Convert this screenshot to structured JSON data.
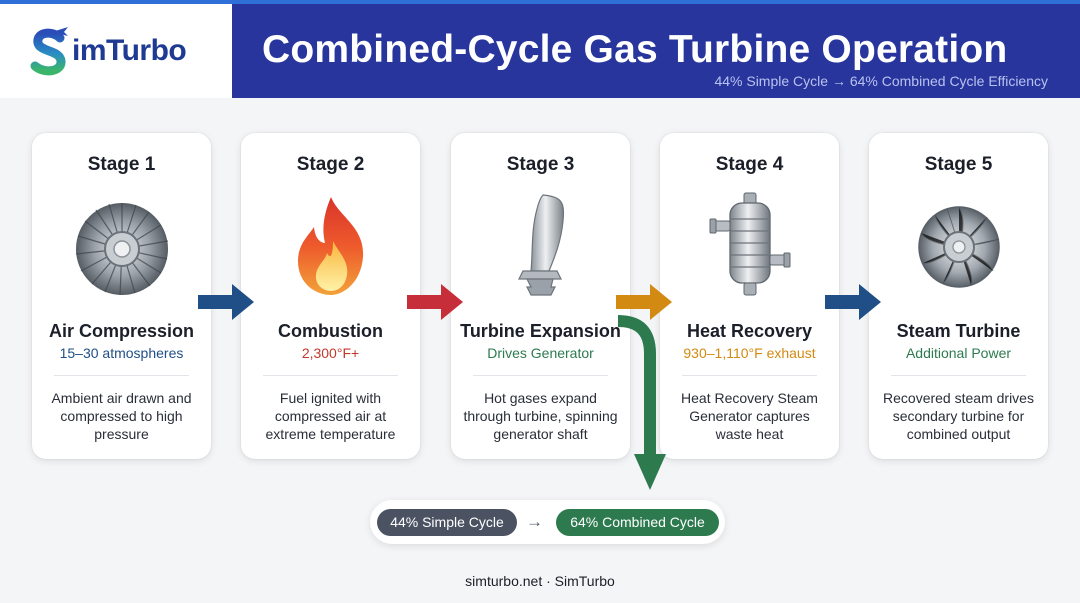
{
  "brand": {
    "name": "SimTurbo",
    "wordmark_rest": "imTurbo"
  },
  "header": {
    "title": "Combined-Cycle Gas Turbine Operation",
    "subtitle": "44% Simple Cycle → 64% Combined Cycle Efficiency"
  },
  "stages": [
    {
      "label": "Stage 1",
      "name": "Air Compression",
      "metric": "15–30 atmospheres",
      "metric_color": "#1f4f86",
      "desc": "Ambient air drawn and compressed to high pressure",
      "icon": "compressor-fan-icon"
    },
    {
      "label": "Stage 2",
      "name": "Combustion",
      "metric": "2,300°F+",
      "metric_color": "#c0392b",
      "desc": "Fuel ignited with compressed air at extreme temperature",
      "icon": "flame-icon"
    },
    {
      "label": "Stage 3",
      "name": "Turbine Expansion",
      "metric": "Drives Generator",
      "metric_color": "#2d7a4f",
      "desc": "Hot gases expand through turbine, spinning generator shaft",
      "icon": "turbine-blade-icon"
    },
    {
      "label": "Stage 4",
      "name": "Heat Recovery",
      "metric": "930–1,110°F exhaust",
      "metric_color": "#d38a12",
      "desc": "Heat Recovery Steam Generator captures waste heat",
      "icon": "heat-exchanger-icon"
    },
    {
      "label": "Stage 5",
      "name": "Steam Turbine",
      "metric": "Additional Power",
      "metric_color": "#2d7a4f",
      "desc": "Recovered steam drives secondary turbine for combined output",
      "icon": "steam-turbine-icon"
    }
  ],
  "flow_colors": [
    "#1f4f86",
    "#c62e3a",
    "#d38a12",
    "#1f4f86"
  ],
  "bypass_color": "#2d7a4f",
  "efficiency": {
    "simple": "44% Simple Cycle",
    "arrow": "→",
    "combined": "64% Combined Cycle"
  },
  "footer": "simturbo.net · SimTurbo"
}
